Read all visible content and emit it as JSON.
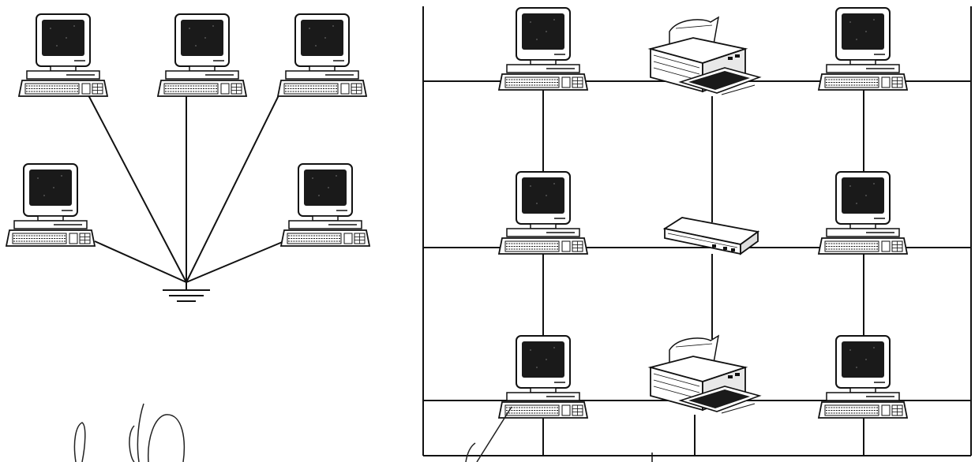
{
  "diagram": {
    "left_network": {
      "computers": [
        "pc-star-1",
        "pc-star-2",
        "pc-star-3",
        "pc-star-4",
        "pc-star-5"
      ],
      "hub": "ground-symbol"
    },
    "right_network": {
      "computers": [
        "pc-grid-1",
        "pc-grid-2",
        "pc-grid-3",
        "pc-grid-4",
        "pc-grid-5",
        "pc-grid-6"
      ],
      "printers": [
        "printer-top",
        "printer-bottom"
      ],
      "devices": [
        "network-box-center"
      ]
    }
  },
  "colors": {
    "ink": "#111111",
    "screen": "#1a1a1a",
    "paper": "#ffffff"
  }
}
